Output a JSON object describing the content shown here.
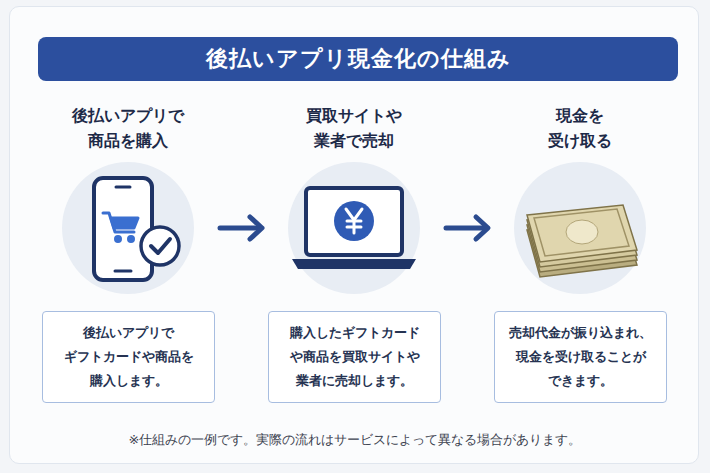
{
  "diagram": {
    "title": "後払いアプリ現金化の仕組み",
    "caption": "※仕組みの一例です。実際の流れはサービスによって異なる場合があります。",
    "nodes": [
      {
        "text": [
          "後払いアプリで 商品を購入"
        ]
      },
      {
        "text": [
          "買取サイトや 業者で売却"
        ]
      },
      {
        "text": [
          "現金を 受け取る"
        ]
      },
      {
        "text": [
          "後払いアプリで ギフトカードや商品を 購入します。"
        ]
      },
      {
        "text": [
          "購入したギフトカード や商品を買取サイトや 業者に売却します。"
        ]
      },
      {
        "text": [
          "売却代金が振り込まれ、 現金を受け取ることが できます。"
        ]
      }
    ],
    "edges": [
      {
        "from": 0,
        "to": 1,
        "arrow": "to"
      },
      {
        "from": 1,
        "to": 2,
        "arrow": "to"
      }
    ]
  }
}
